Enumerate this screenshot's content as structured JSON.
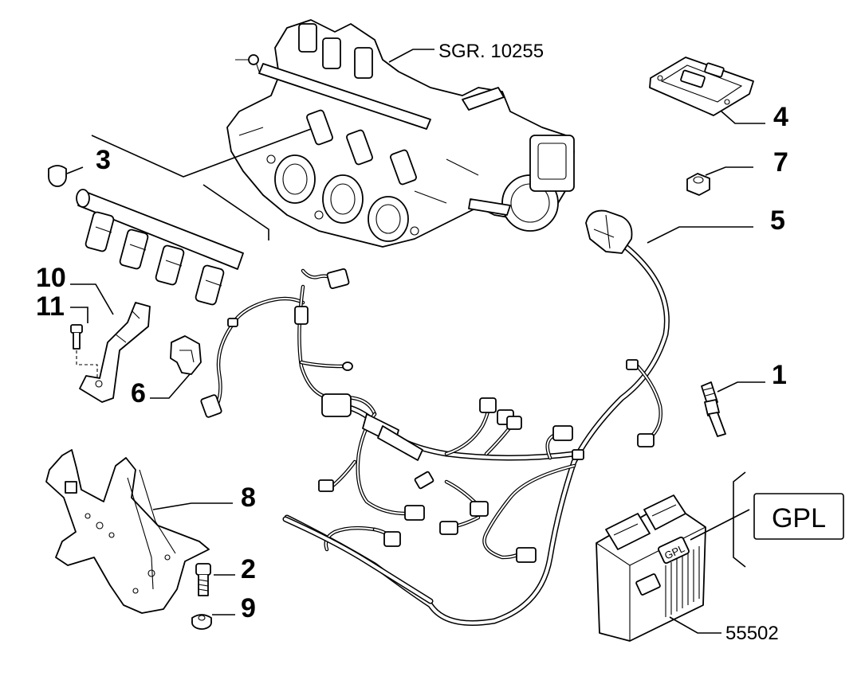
{
  "diagram": {
    "reference_code": "SGR. 10255",
    "drawing_number": "55502",
    "gpl_box_label": "GPL",
    "ecu_sticker_label": "GPL",
    "callouts": [
      {
        "id": "1",
        "label": "1"
      },
      {
        "id": "2",
        "label": "2"
      },
      {
        "id": "3",
        "label": "3"
      },
      {
        "id": "4",
        "label": "4"
      },
      {
        "id": "5",
        "label": "5"
      },
      {
        "id": "6",
        "label": "6"
      },
      {
        "id": "7",
        "label": "7"
      },
      {
        "id": "8",
        "label": "8"
      },
      {
        "id": "9",
        "label": "9"
      },
      {
        "id": "10",
        "label": "10"
      },
      {
        "id": "11",
        "label": "11"
      }
    ]
  }
}
